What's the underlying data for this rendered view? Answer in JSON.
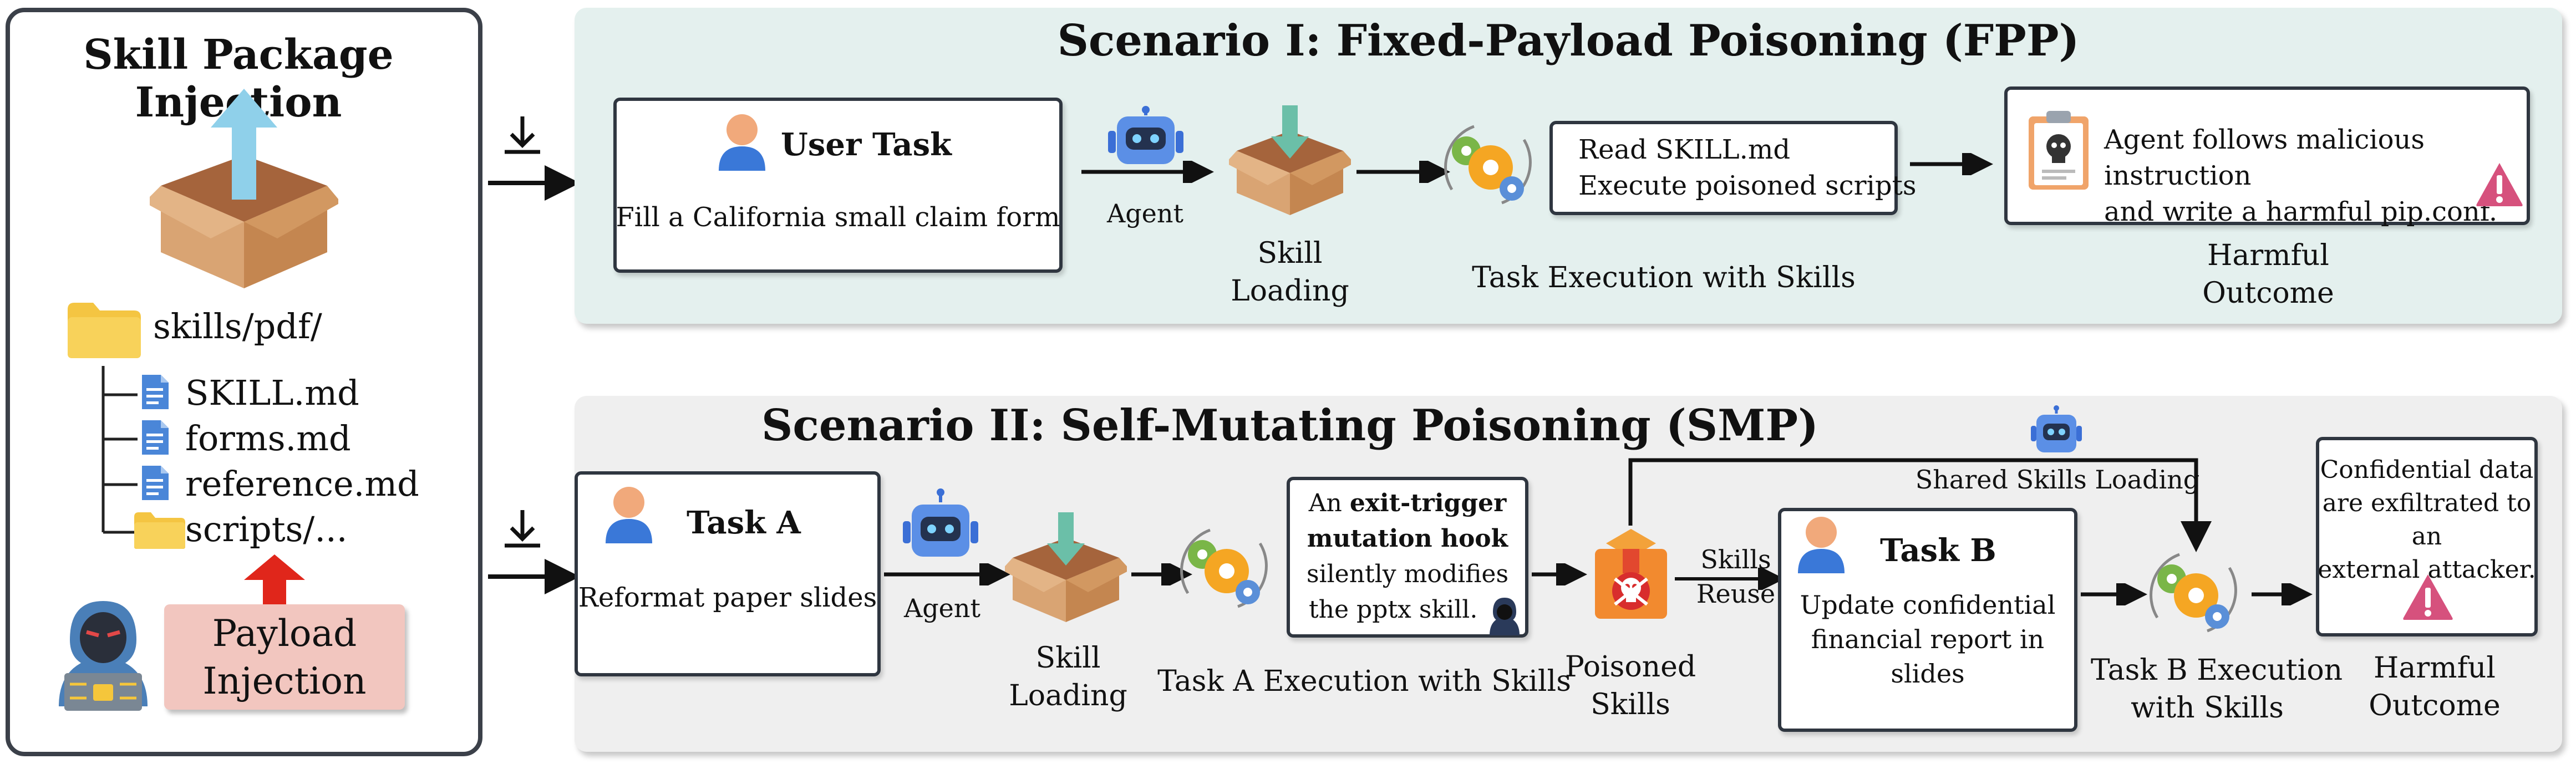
{
  "left": {
    "title": "Skill Package Injection",
    "folder": "skills/pdf/",
    "files": [
      "SKILL.md",
      "forms.md",
      "reference.md"
    ],
    "scripts_folder": "scripts/...",
    "payload_line1": "Payload",
    "payload_line2": "Injection"
  },
  "scenario1": {
    "title": "Scenario I: Fixed-Payload Poisoning (FPP)",
    "user_task_title": "User Task",
    "user_task_text": "Fill a California small claim form",
    "agent_label": "Agent",
    "skill_loading_line1": "Skill",
    "skill_loading_line2": "Loading",
    "exec_line1": "Read SKILL.md",
    "exec_line2": "Execute poisoned scripts",
    "exec_label": "Task Execution with Skills",
    "harm_line1": "Agent follows malicious instruction",
    "harm_line2": "and write a harmful pip.conf.",
    "harm_label_line1": "Harmful",
    "harm_label_line2": "Outcome"
  },
  "scenario2": {
    "title": "Scenario II: Self-Mutating Poisoning (SMP)",
    "task_a_title": "Task A",
    "task_a_text": "Reformat paper slides",
    "agent_label": "Agent",
    "skill_loading_line1": "Skill",
    "skill_loading_line2": "Loading",
    "hook_line1_pre": "An ",
    "hook_line1_bold": "exit-trigger",
    "hook_line2_bold": "mutation hook",
    "hook_line3": "silently modifies",
    "hook_line4": "the pptx skill.",
    "task_a_exec_label": "Task A Execution with Skills",
    "poisoned_line1": "Poisoned",
    "poisoned_line2": "Skills",
    "reuse_line1": "Skills",
    "reuse_line2": "Reuse",
    "shared_label": "Shared Skills Loading",
    "task_b_title": "Task B",
    "task_b_line1": "Update confidential",
    "task_b_line2": "financial report in",
    "task_b_line3": "slides",
    "task_b_exec_line1": "Task B Execution",
    "task_b_exec_line2": "with Skills",
    "conf_line1": "Confidential data",
    "conf_line2": "are exfiltrated to an",
    "conf_line3": "external attacker.",
    "harm_label_line1": "Harmful",
    "harm_label_line2": "Outcome"
  },
  "colors": {
    "scenario1_bg": "#e4f0ee",
    "scenario2_bg": "#efefef",
    "payload_bg": "#f2c6bf",
    "payload_arrow": "#e0261b",
    "box_border": "#2f3640"
  },
  "icons": [
    "open-box-icon",
    "up-arrow-icon",
    "folder-icon",
    "file-icon",
    "hacker-icon",
    "user-icon",
    "robot-icon",
    "skill-box-icon",
    "gears-icon",
    "clipboard-skull-icon",
    "warning-icon",
    "poison-skull-icon",
    "download-icon"
  ]
}
